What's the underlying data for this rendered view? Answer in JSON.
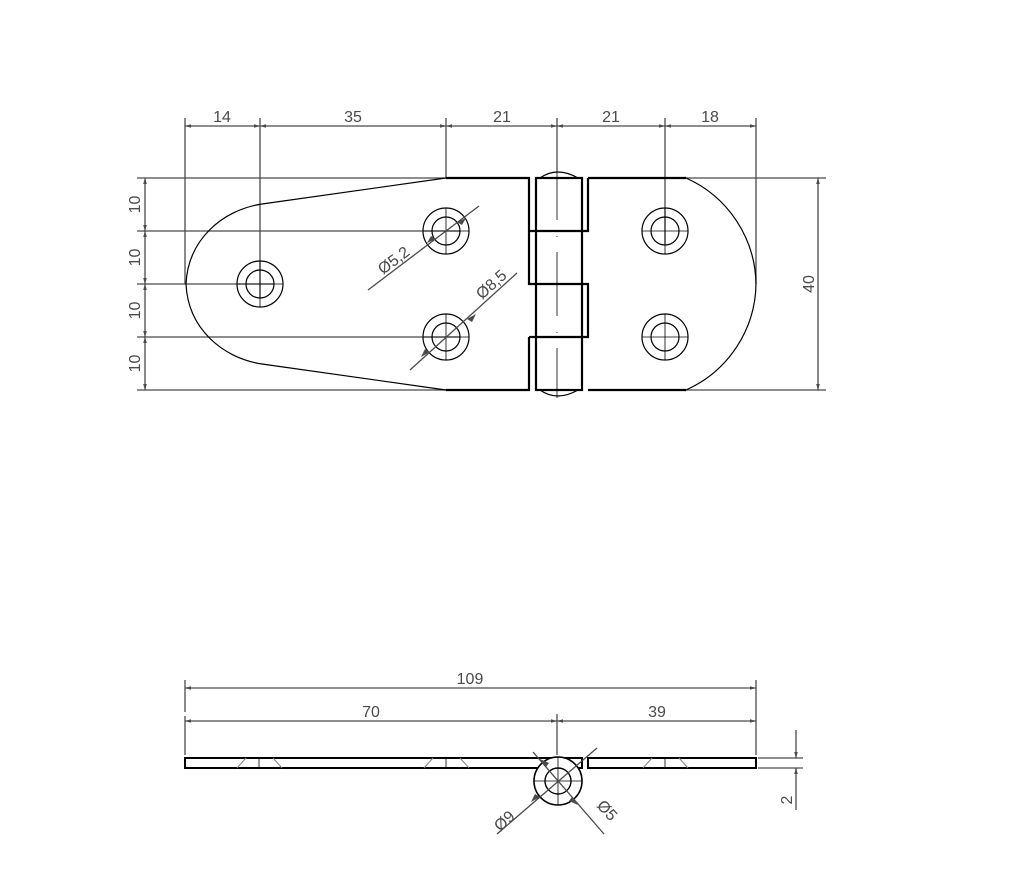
{
  "drawing": {
    "title": "Hinge technical drawing",
    "units": "mm",
    "line_color": "#000000",
    "dimension_color": "#4a4a4a"
  },
  "top_view": {
    "horizontal_dimensions": [
      {
        "label": "14",
        "from": "left-edge",
        "to": "hole-1-center"
      },
      {
        "label": "35",
        "from": "hole-1-center",
        "to": "hole-2-center"
      },
      {
        "label": "21",
        "from": "hole-2-center",
        "to": "pin-axis"
      },
      {
        "label": "21",
        "from": "pin-axis",
        "to": "hole-3-center"
      },
      {
        "label": "18",
        "from": "hole-3-center",
        "to": "right-edge"
      }
    ],
    "vertical_dimensions": [
      {
        "label": "10"
      },
      {
        "label": "10"
      },
      {
        "label": "10"
      },
      {
        "label": "10"
      }
    ],
    "overall_height": {
      "label": "40"
    },
    "hole_callouts": [
      {
        "label": "Ø5,2"
      },
      {
        "label": "Ø8,5"
      }
    ]
  },
  "side_view": {
    "overall_length": {
      "label": "109"
    },
    "left_leaf_length": {
      "label": "70"
    },
    "right_leaf_length": {
      "label": "39"
    },
    "thickness": {
      "label": "2"
    },
    "pin_callouts": [
      {
        "label": "Ø9"
      },
      {
        "label": "Ø5"
      }
    ]
  }
}
